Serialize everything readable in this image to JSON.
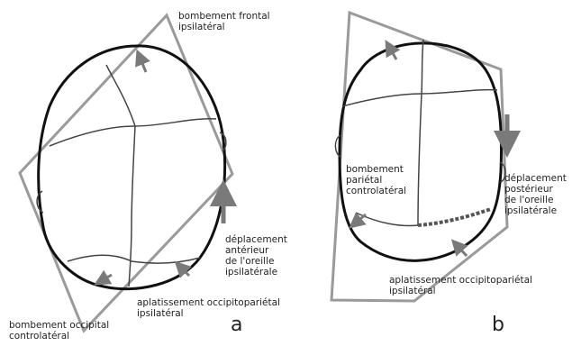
{
  "panel_a": {
    "letter": "a",
    "labels": {
      "frontal_bulge": [
        "bombement frontal",
        "ipsilatéral"
      ],
      "ear_anterior": [
        "déplacement",
        "antérieur",
        "de l'oreille",
        "ipsilatérale"
      ],
      "occ_par_flat": [
        "aplatissement occipitopariétal",
        "ipsilatéral"
      ],
      "occ_bulge": [
        "bombement occipital",
        "controlatéral"
      ]
    }
  },
  "panel_b": {
    "letter": "b",
    "labels": {
      "par_bulge": [
        "bombement",
        "pariétal",
        "controlatéral"
      ],
      "ear_posterior": [
        "déplacement",
        "postérieur",
        "de l'oreille",
        "ipsilatérale"
      ],
      "occ_par_flat": [
        "aplatissement occipitopariétal",
        "ipsilatéral"
      ]
    }
  },
  "colors": {
    "outline": "#111111",
    "frame": "#9a9a9a",
    "arrow": "#7a7a7a",
    "suture": "#444444",
    "dashed": "#555555"
  }
}
